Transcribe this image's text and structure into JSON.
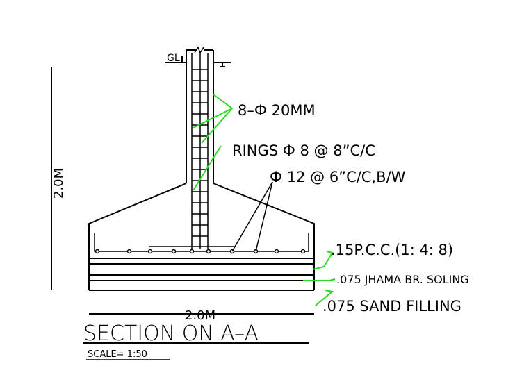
{
  "labels": {
    "gl": "GL",
    "main_bars": "8–Ф 20MM",
    "rings": "RINGS Ф 8 @ 8”C/C",
    "bottom_bars": "Ф 12 @  6”C/C,B/W",
    "pcc": ".15P.C.C.(1: 4: 8)",
    "soling": ".075 JHAMA BR. SOLING",
    "sand": ".075 SAND FILLING",
    "height_dim": "2.0M",
    "width_dim": "2.0M",
    "section_title": "SECTION ON A–A",
    "scale": "SCALE= 1:50"
  },
  "colors": {
    "line": "#000000",
    "leader": "#22dd22",
    "background": "#ffffff"
  }
}
